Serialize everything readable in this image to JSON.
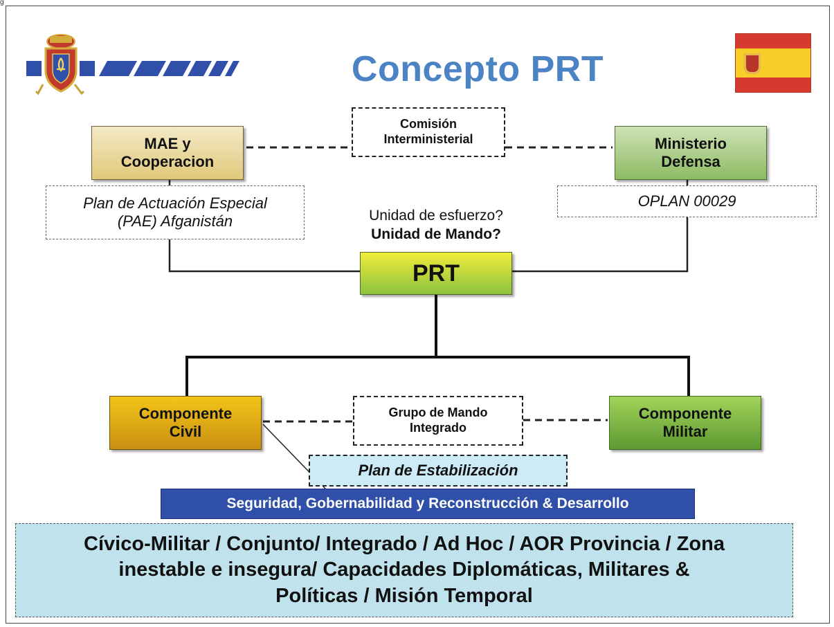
{
  "corner_label": "g",
  "title": "Concepto  PRT",
  "comision": [
    "Comisión",
    "Interministerial"
  ],
  "mae": [
    "MAE y",
    "Cooperacion"
  ],
  "mindef": [
    "Ministerio",
    "Defensa"
  ],
  "plan_actuacion": [
    "Plan de Actuación Especial",
    "(PAE) Afganistán"
  ],
  "oplan": "OPLAN 00029",
  "unidad_esfuerzo": "Unidad de esfuerzo?",
  "unidad_mando": "Unidad de Mando?",
  "prt": "PRT",
  "civil": [
    "Componente",
    "Civil"
  ],
  "grupo": [
    "Grupo de Mando",
    "Integrado"
  ],
  "militar": [
    "Componente",
    "Militar"
  ],
  "estabilizacion": "Plan de Estabilización",
  "seguridad": "Seguridad, Gobernabilidad y  Reconstrucción & Desarrollo",
  "civico": [
    "Cívico-Militar / Conjunto/ Integrado / Ad Hoc / AOR Provincia / Zona",
    "inestable e insegura/ Capacidades Diplomáticas, Militares &",
    "Políticas / Misión Temporal"
  ],
  "colors": {
    "title": "#4b83c4",
    "prt_top": "#f2ec3a",
    "prt_bottom": "#8bc23f",
    "banner": "#2f4fa8",
    "civico_bg": "#bfe2ec",
    "emblem_blue": "#2f4fa8",
    "flag_red": "#d63a2e",
    "flag_yellow": "#f7cd2a"
  },
  "icons": [
    "army-emblem-icon",
    "blue-stripes-logo-icon",
    "spain-flag-icon"
  ]
}
